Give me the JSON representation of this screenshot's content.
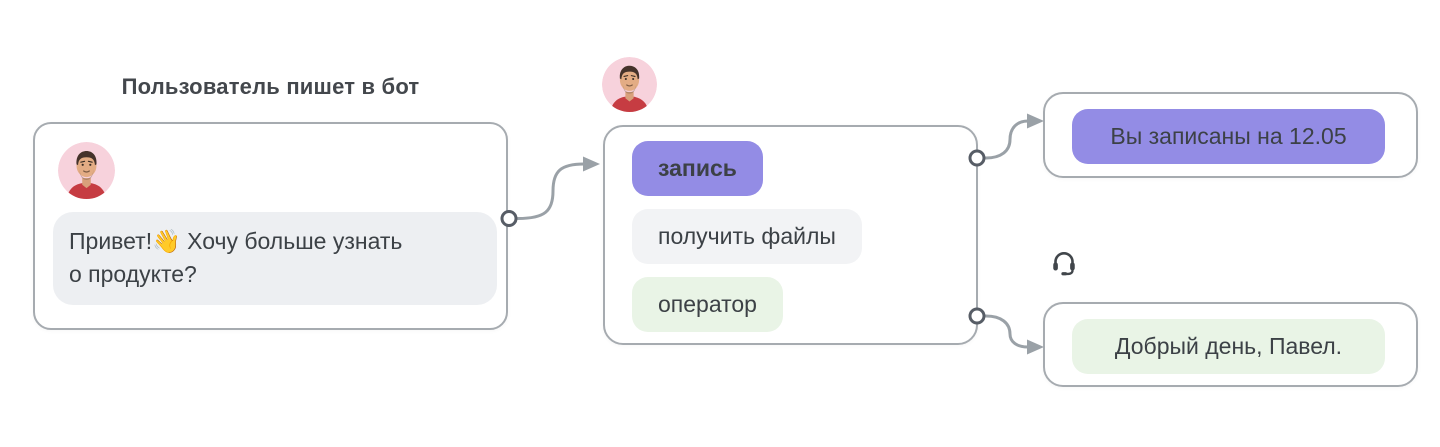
{
  "diagram": {
    "step_user": {
      "title": "Пользователь пишет в бот",
      "message_lines": [
        "Привет!👋 Хочу больше узнать",
        "о продукте?"
      ]
    },
    "step_bot": {
      "options": [
        {
          "label": "запись",
          "variant": "purple"
        },
        {
          "label": "получить файлы",
          "variant": "gray"
        },
        {
          "label": "оператор",
          "variant": "green"
        }
      ]
    },
    "step_results": {
      "booking_reply": "Вы записаны на 12.05",
      "operator_reply": "Добрый день, Павел."
    }
  },
  "icons": {
    "user_avatar": "user-avatar",
    "operator": "headset-icon"
  },
  "colors": {
    "accent_purple": "#938CE5",
    "chip_gray": "#F2F3F5",
    "chip_green": "#E9F4E6",
    "bubble_gray": "#EDEFF2",
    "card_border": "#A6ABB0",
    "connector": "#9AA1A7",
    "dot_ring": "#575D66",
    "text_dark": "#3C4146",
    "title": "#43474C",
    "avatar_bg_pink": "#F7D2DC"
  }
}
